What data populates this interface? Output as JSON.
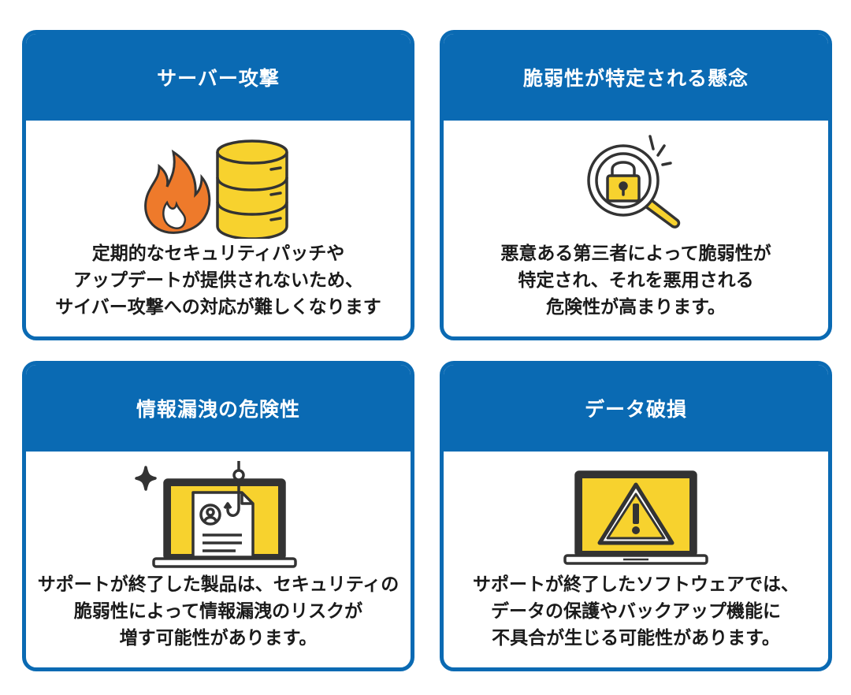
{
  "cards": [
    {
      "title": "サーバー攻撃",
      "icon": "fire-server-icon",
      "lines": [
        "定期的なセキュリティパッチや",
        "アップデートが提供されないため、",
        "サイバー攻撃への対応が難しくなります"
      ]
    },
    {
      "title": "脆弱性が特定される懸念",
      "icon": "magnifier-lock-icon",
      "lines": [
        "悪意ある第三者によって脆弱性が",
        "特定され、それを悪用される",
        "危険性が高まります。"
      ]
    },
    {
      "title": "情報漏洩の危険性",
      "icon": "laptop-phishing-icon",
      "lines": [
        "サポートが終了した製品は、セキュリティの",
        "脆弱性によって情報漏洩のリスクが",
        "増す可能性があります。"
      ]
    },
    {
      "title": "データ破損",
      "icon": "laptop-warning-icon",
      "lines": [
        "サポートが終了したソフトウェアでは、",
        "データの保護やバックアップ機能に",
        "不具合が生じる可能性があります。"
      ]
    }
  ],
  "colors": {
    "brand_blue": "#0a6ab3",
    "accent_yellow": "#f7d22e",
    "fire_orange": "#ee7a2b",
    "outline": "#333333"
  }
}
